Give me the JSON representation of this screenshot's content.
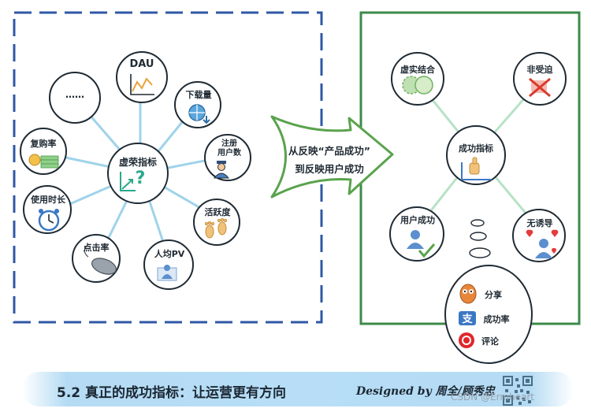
{
  "left_panel": {
    "center": "虚荣指标",
    "center_mark": "?",
    "nodes": {
      "dau": "DAU",
      "downloads": "下载量",
      "registered_users": "注册\n用户数",
      "activity": "活跃度",
      "pv_per_user": "人均PV",
      "click_rate": "点击率",
      "usage_time": "使用时长",
      "repurchase": "复购率",
      "more": "……"
    }
  },
  "arrow": {
    "line1": "从反映“产品成功”",
    "line2": "到反映用户成功"
  },
  "right_panel": {
    "center": "成功指标",
    "nodes": {
      "virtual_real": "虚实结合",
      "non_forced": "非受迫",
      "user_success": "用户成功",
      "no_inducement": "无诱导"
    },
    "bottom_items": [
      "分享",
      "成功率",
      "评论"
    ]
  },
  "footer": {
    "title": "5.2 真正的成功指标：让运营更有方向",
    "credit": "Designed by 周全/顾秀忠",
    "watermark": "CSDN @Ermheart"
  },
  "colors": {
    "left_border": "#2f58a6",
    "right_border": "#3d8a4a",
    "left_spokes": "#9fd3ea",
    "right_spokes": "#b7e2c6",
    "arrow": "#5aa34d",
    "banner": "#8fcaf0"
  }
}
